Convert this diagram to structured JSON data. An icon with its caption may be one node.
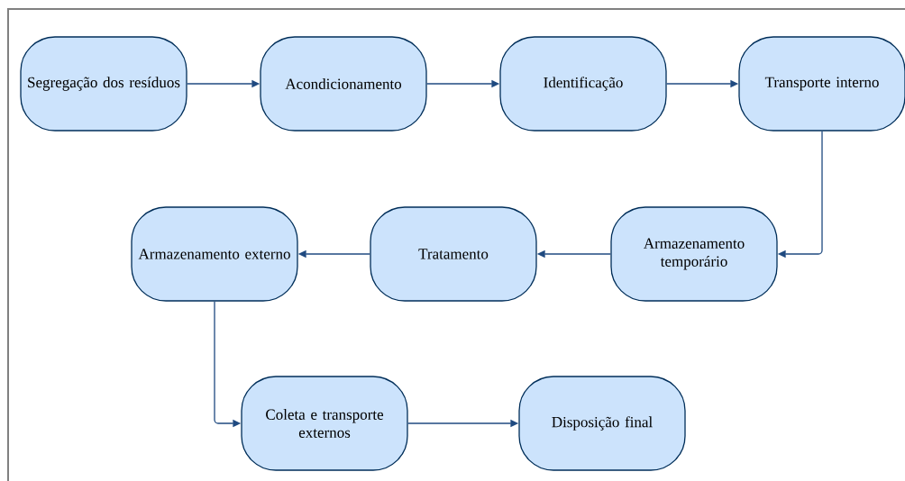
{
  "diagram": {
    "nodes": [
      {
        "text": [
          "Segregação dos resíduos"
        ]
      },
      {
        "text": [
          "Acondicionamento"
        ]
      },
      {
        "text": [
          "Identificação"
        ]
      },
      {
        "text": [
          "Transporte interno"
        ]
      },
      {
        "text": [
          "Armazenamento temporário"
        ]
      },
      {
        "text": [
          "Tratamento"
        ]
      },
      {
        "text": [
          "Armazenamento externo"
        ]
      },
      {
        "text": [
          "Coleta e transporte externos"
        ]
      },
      {
        "text": [
          "Disposição final"
        ]
      }
    ],
    "edges": [
      {
        "from": 0,
        "to": 1,
        "arrow": "to"
      },
      {
        "from": 1,
        "to": 2,
        "arrow": "to"
      },
      {
        "from": 2,
        "to": 3,
        "arrow": "to"
      },
      {
        "from": 3,
        "to": 4,
        "arrow": "to"
      },
      {
        "from": 4,
        "to": 5,
        "arrow": "to"
      },
      {
        "from": 5,
        "to": 6,
        "arrow": "to"
      },
      {
        "from": 6,
        "to": 7,
        "arrow": "to"
      },
      {
        "from": 7,
        "to": 8,
        "arrow": "to"
      }
    ]
  }
}
